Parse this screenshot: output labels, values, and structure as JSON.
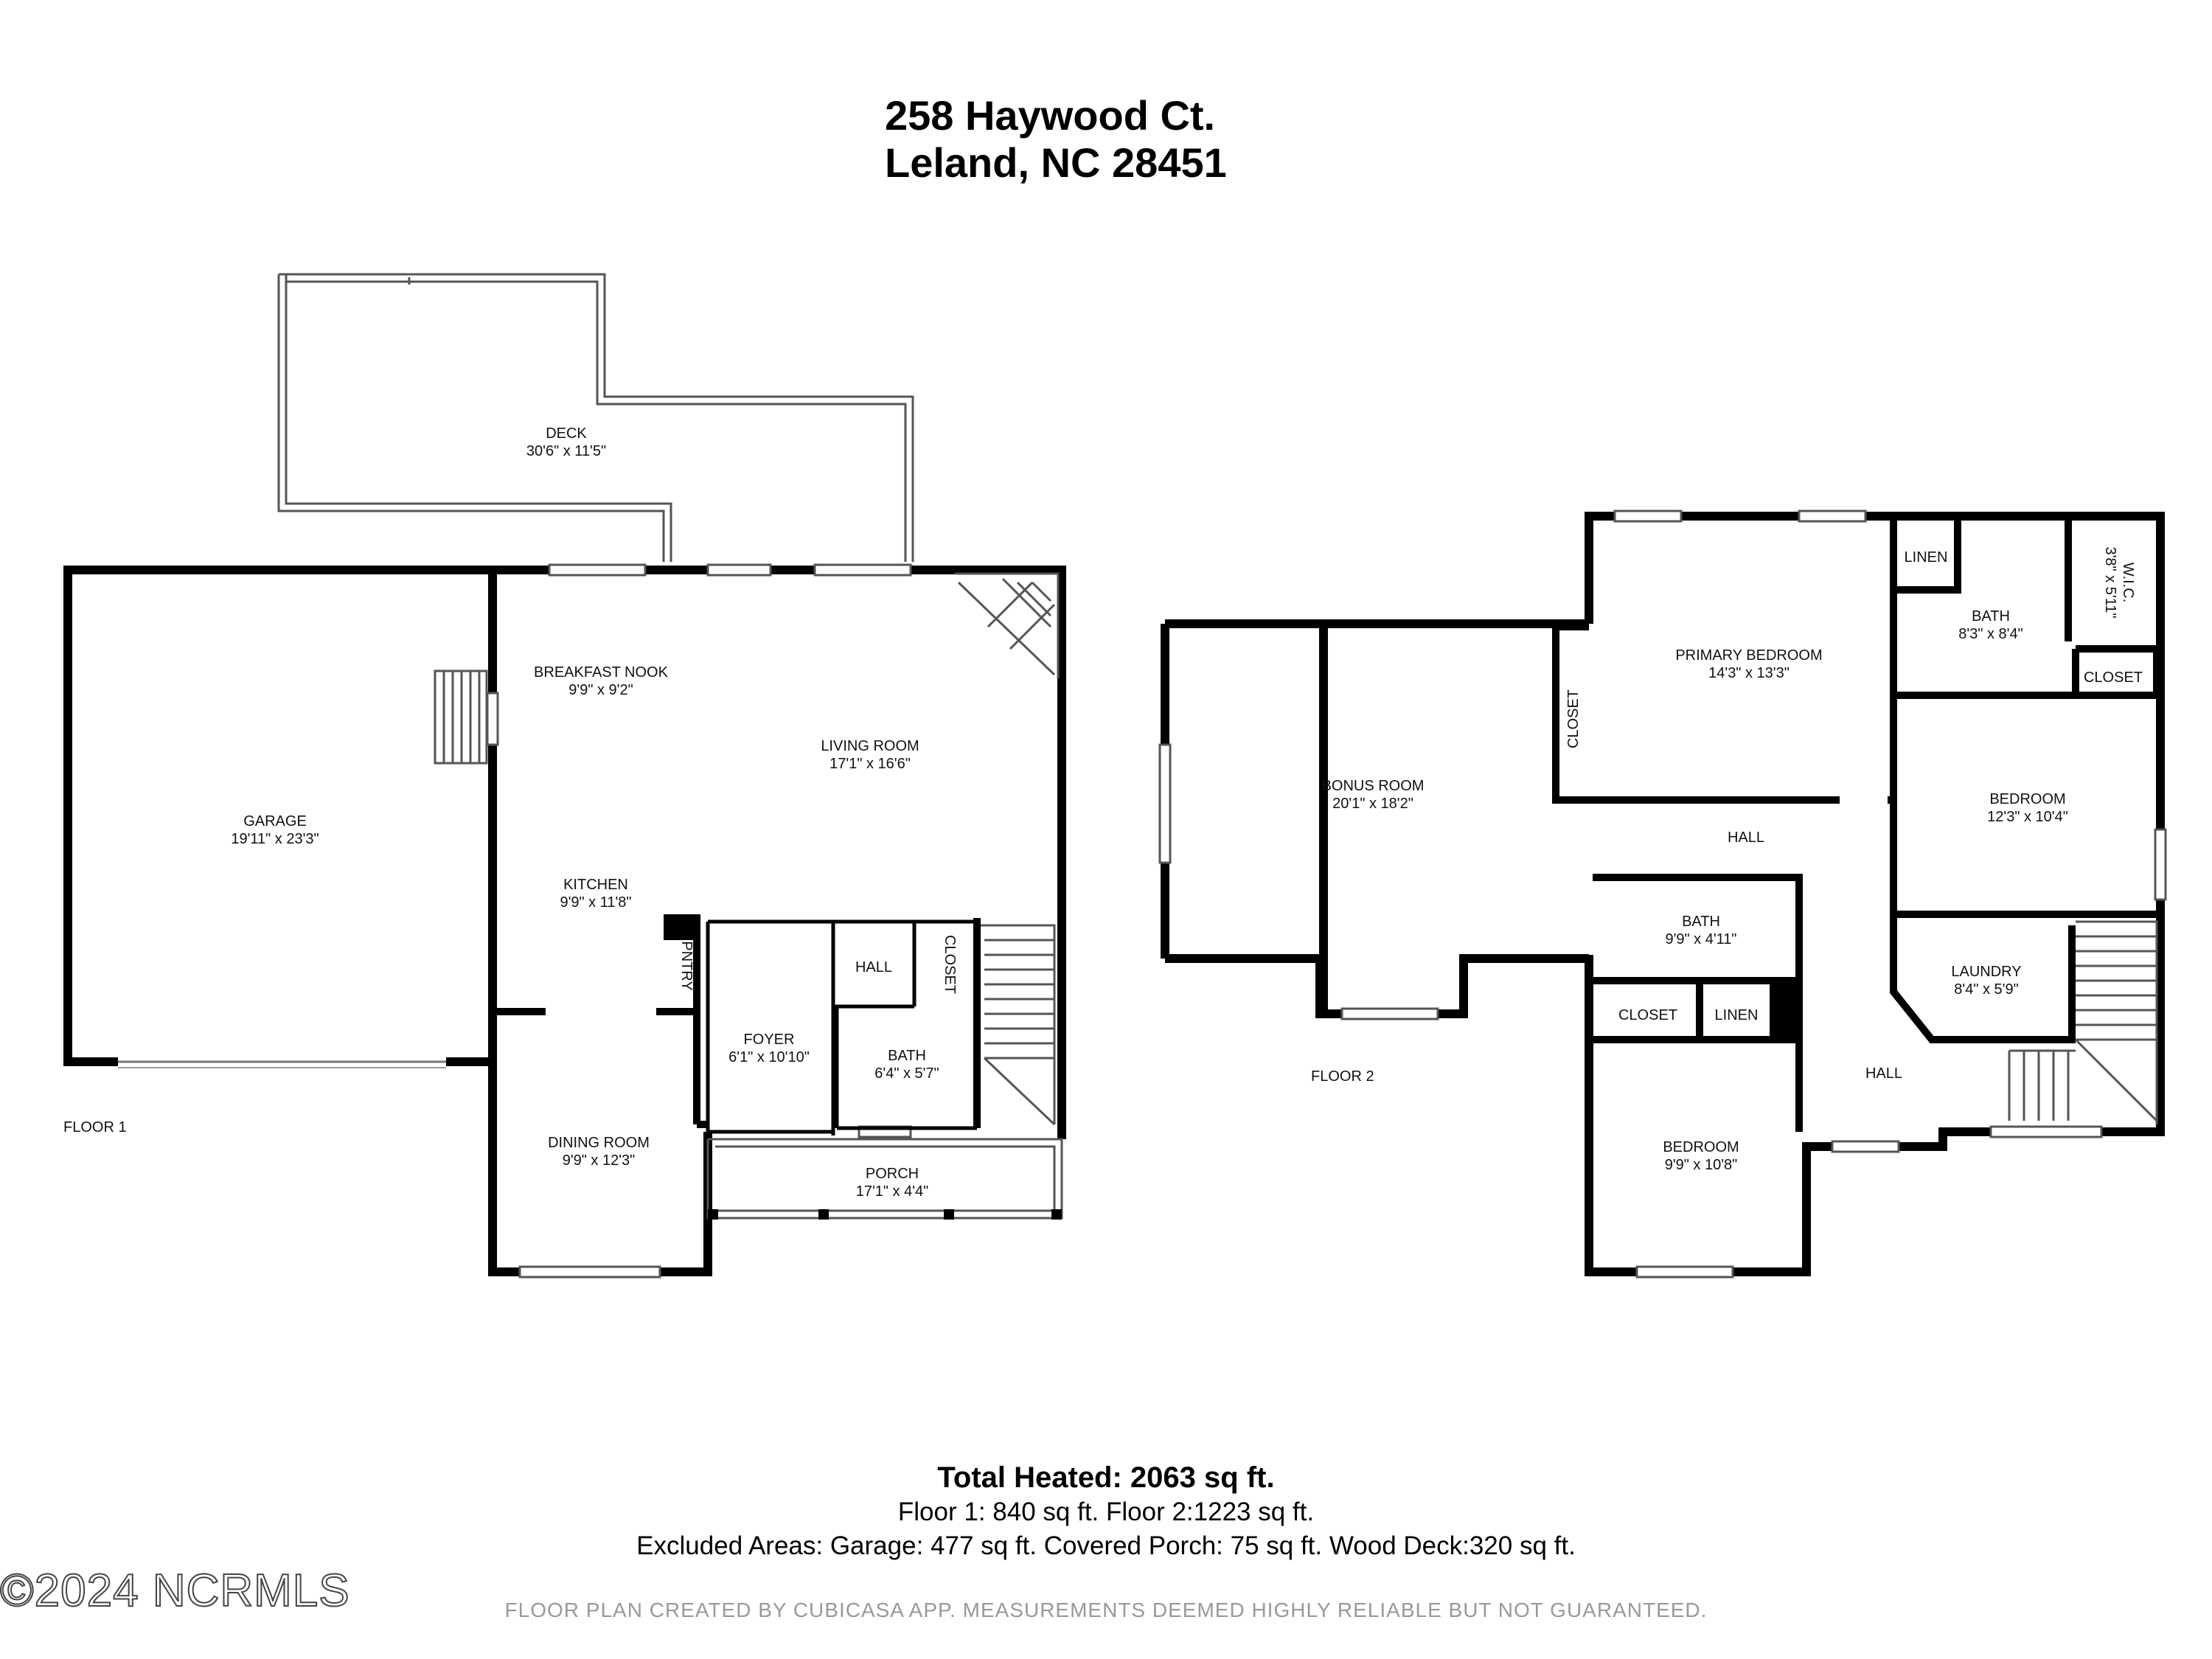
{
  "header": {
    "address_line1": "258 Haywood Ct.",
    "address_line2": "Leland, NC 28451"
  },
  "floor1": {
    "label": "FLOOR 1",
    "rooms": {
      "deck": {
        "name": "DECK",
        "dims": "30'6\" x 11'5\""
      },
      "garage": {
        "name": "GARAGE",
        "dims": "19'11\" x 23'3\""
      },
      "breakfast_nook": {
        "name": "BREAKFAST NOOK",
        "dims": "9'9\" x 9'2\""
      },
      "living_room": {
        "name": "LIVING ROOM",
        "dims": "17'1\" x 16'6\""
      },
      "kitchen": {
        "name": "KITCHEN",
        "dims": "9'9\" x 11'8\""
      },
      "pntry": {
        "name": "PNTRY"
      },
      "hall": {
        "name": "HALL"
      },
      "closet": {
        "name": "CLOSET"
      },
      "foyer": {
        "name": "FOYER",
        "dims": "6'1\" x 10'10\""
      },
      "bath": {
        "name": "BATH",
        "dims": "6'4\" x 5'7\""
      },
      "dining_room": {
        "name": "DINING ROOM",
        "dims": "9'9\" x 12'3\""
      },
      "porch": {
        "name": "PORCH",
        "dims": "17'1\" x 4'4\""
      }
    }
  },
  "floor2": {
    "label": "FLOOR 2",
    "rooms": {
      "bonus_room": {
        "name": "BONUS ROOM",
        "dims": "20'1\" x 18'2\""
      },
      "closet_vertical": {
        "name": "CLOSET"
      },
      "primary_bedroom": {
        "name": "PRIMARY BEDROOM",
        "dims": "14'3\" x 13'3\""
      },
      "linen_top": {
        "name": "LINEN"
      },
      "bath_primary": {
        "name": "BATH",
        "dims": "8'3\" x 8'4\""
      },
      "wic": {
        "name": "W.I.C.",
        "dims": "3'8\" x 5'11\""
      },
      "closet_right": {
        "name": "CLOSET"
      },
      "bedroom_right": {
        "name": "BEDROOM",
        "dims": "12'3\" x 10'4\""
      },
      "hall_top": {
        "name": "HALL"
      },
      "bath_hall": {
        "name": "BATH",
        "dims": "9'9\" x 4'11\""
      },
      "laundry": {
        "name": "LAUNDRY",
        "dims": "8'4\" x 5'9\""
      },
      "closet_small": {
        "name": "CLOSET"
      },
      "linen_small": {
        "name": "LINEN"
      },
      "hall_bottom": {
        "name": "HALL"
      },
      "bedroom_bottom": {
        "name": "BEDROOM",
        "dims": "9'9\" x 10'8\""
      }
    }
  },
  "summary": {
    "total": "Total Heated: 2063 sq ft.",
    "floors": "Floor 1: 840 sq ft.  Floor 2:1223 sq ft.",
    "excluded": "Excluded Areas: Garage: 477 sq ft. Covered Porch: 75 sq ft. Wood Deck:320 sq ft."
  },
  "copyright": "©2024 NCRMLS",
  "disclaimer": "FLOOR PLAN CREATED BY CUBICASA APP. MEASUREMENTS DEEMED HIGHLY RELIABLE BUT NOT GUARANTEED.",
  "colors": {
    "wall": "#000000",
    "thin_line": "#555555",
    "disclaimer_text": "#999999"
  }
}
